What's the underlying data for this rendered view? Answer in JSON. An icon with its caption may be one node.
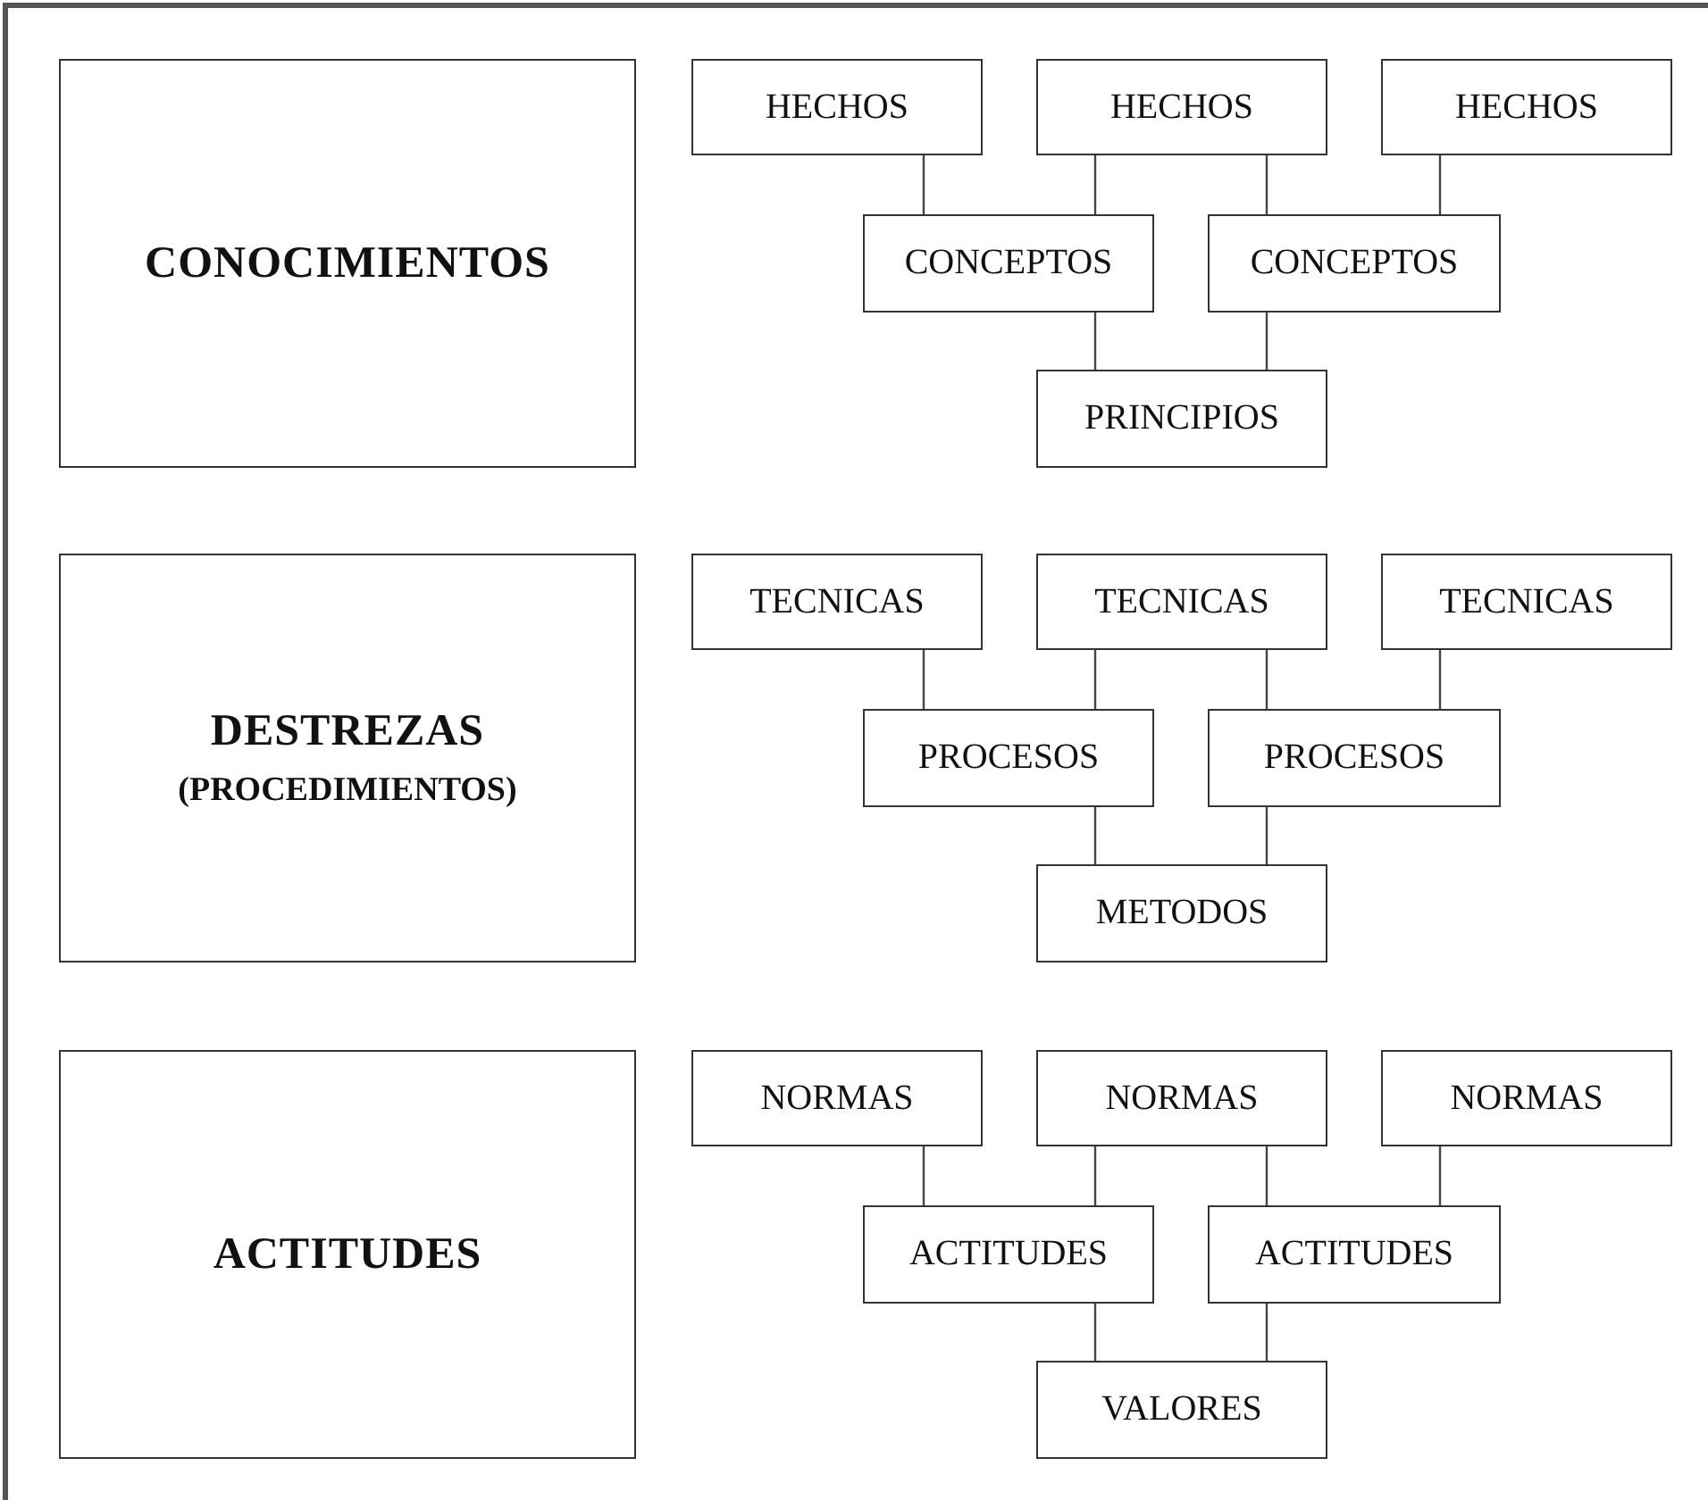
{
  "diagram": {
    "nodes": [
      {
        "text": [
          "CONOCIMIENTOS"
        ]
      },
      {
        "text": [
          "HECHOS"
        ]
      },
      {
        "text": [
          "HECHOS"
        ]
      },
      {
        "text": [
          "HECHOS"
        ]
      },
      {
        "text": [
          "CONCEPTOS"
        ]
      },
      {
        "text": [
          "CONCEPTOS"
        ]
      },
      {
        "text": [
          "PRINCIPIOS"
        ]
      },
      {
        "text": [
          "DESTREZAS",
          "(PROCEDIMIENTOS)"
        ]
      },
      {
        "text": [
          "TECNICAS"
        ]
      },
      {
        "text": [
          "TECNICAS"
        ]
      },
      {
        "text": [
          "TECNICAS"
        ]
      },
      {
        "text": [
          "PROCESOS"
        ]
      },
      {
        "text": [
          "PROCESOS"
        ]
      },
      {
        "text": [
          "METODOS"
        ]
      },
      {
        "text": [
          "ACTITUDES"
        ]
      },
      {
        "text": [
          "NORMAS"
        ]
      },
      {
        "text": [
          "NORMAS"
        ]
      },
      {
        "text": [
          "NORMAS"
        ]
      },
      {
        "text": [
          "ACTITUDES"
        ]
      },
      {
        "text": [
          "ACTITUDES"
        ]
      },
      {
        "text": [
          "VALORES"
        ]
      }
    ],
    "edges": [
      {
        "from": 1,
        "to": 4,
        "arrow": "none"
      },
      {
        "from": 2,
        "to": 4,
        "arrow": "none"
      },
      {
        "from": 2,
        "to": 5,
        "arrow": "none"
      },
      {
        "from": 3,
        "to": 5,
        "arrow": "none"
      },
      {
        "from": 4,
        "to": 6,
        "arrow": "none"
      },
      {
        "from": 5,
        "to": 6,
        "arrow": "none"
      },
      {
        "from": 8,
        "to": 11,
        "arrow": "none"
      },
      {
        "from": 9,
        "to": 11,
        "arrow": "none"
      },
      {
        "from": 9,
        "to": 12,
        "arrow": "none"
      },
      {
        "from": 10,
        "to": 12,
        "arrow": "none"
      },
      {
        "from": 11,
        "to": 13,
        "arrow": "none"
      },
      {
        "from": 12,
        "to": 13,
        "arrow": "none"
      },
      {
        "from": 15,
        "to": 18,
        "arrow": "none"
      },
      {
        "from": 16,
        "to": 18,
        "arrow": "none"
      },
      {
        "from": 16,
        "to": 19,
        "arrow": "none"
      },
      {
        "from": 17,
        "to": 19,
        "arrow": "none"
      },
      {
        "from": 18,
        "to": 20,
        "arrow": "none"
      },
      {
        "from": 19,
        "to": 20,
        "arrow": "none"
      }
    ]
  }
}
